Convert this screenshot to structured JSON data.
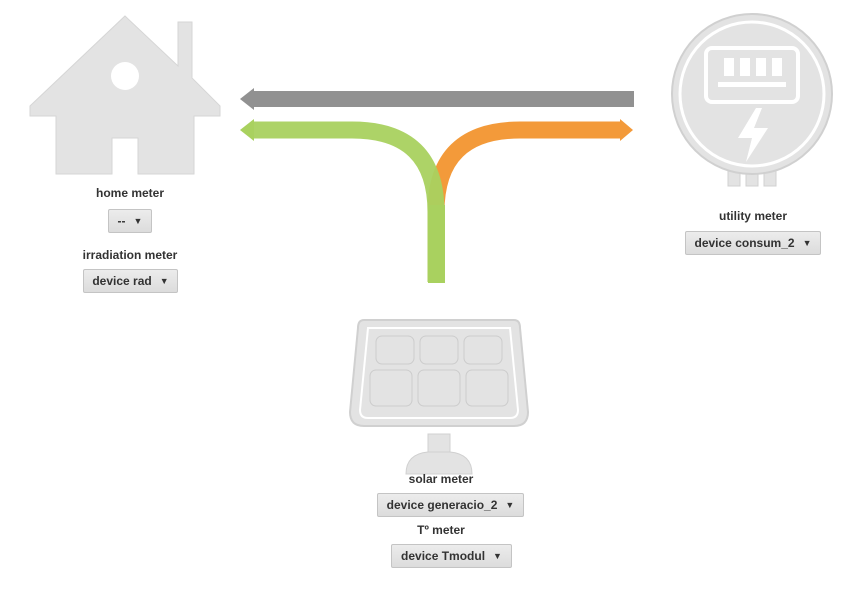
{
  "colors": {
    "icon_gray": "#e3e3e3",
    "icon_stroke": "#d0d0d0",
    "grid_arrow": "#919191",
    "solar_flow": "#a9d15f",
    "export_flow": "#f39a3a"
  },
  "home": {
    "icon": "house-icon",
    "meter_label": "home meter",
    "meter_value": "--",
    "irradiation_label": "irradiation meter",
    "irradiation_value": "device rad"
  },
  "utility": {
    "icon": "utility-meter-icon",
    "meter_label": "utility meter",
    "meter_value": "device consum_2"
  },
  "solar": {
    "icon": "solar-panel-icon",
    "meter_label": "solar meter",
    "meter_value": "device generacio_2",
    "temp_label": "Tº meter",
    "temp_value": "device Tmodul"
  },
  "caret_glyph": "▼"
}
